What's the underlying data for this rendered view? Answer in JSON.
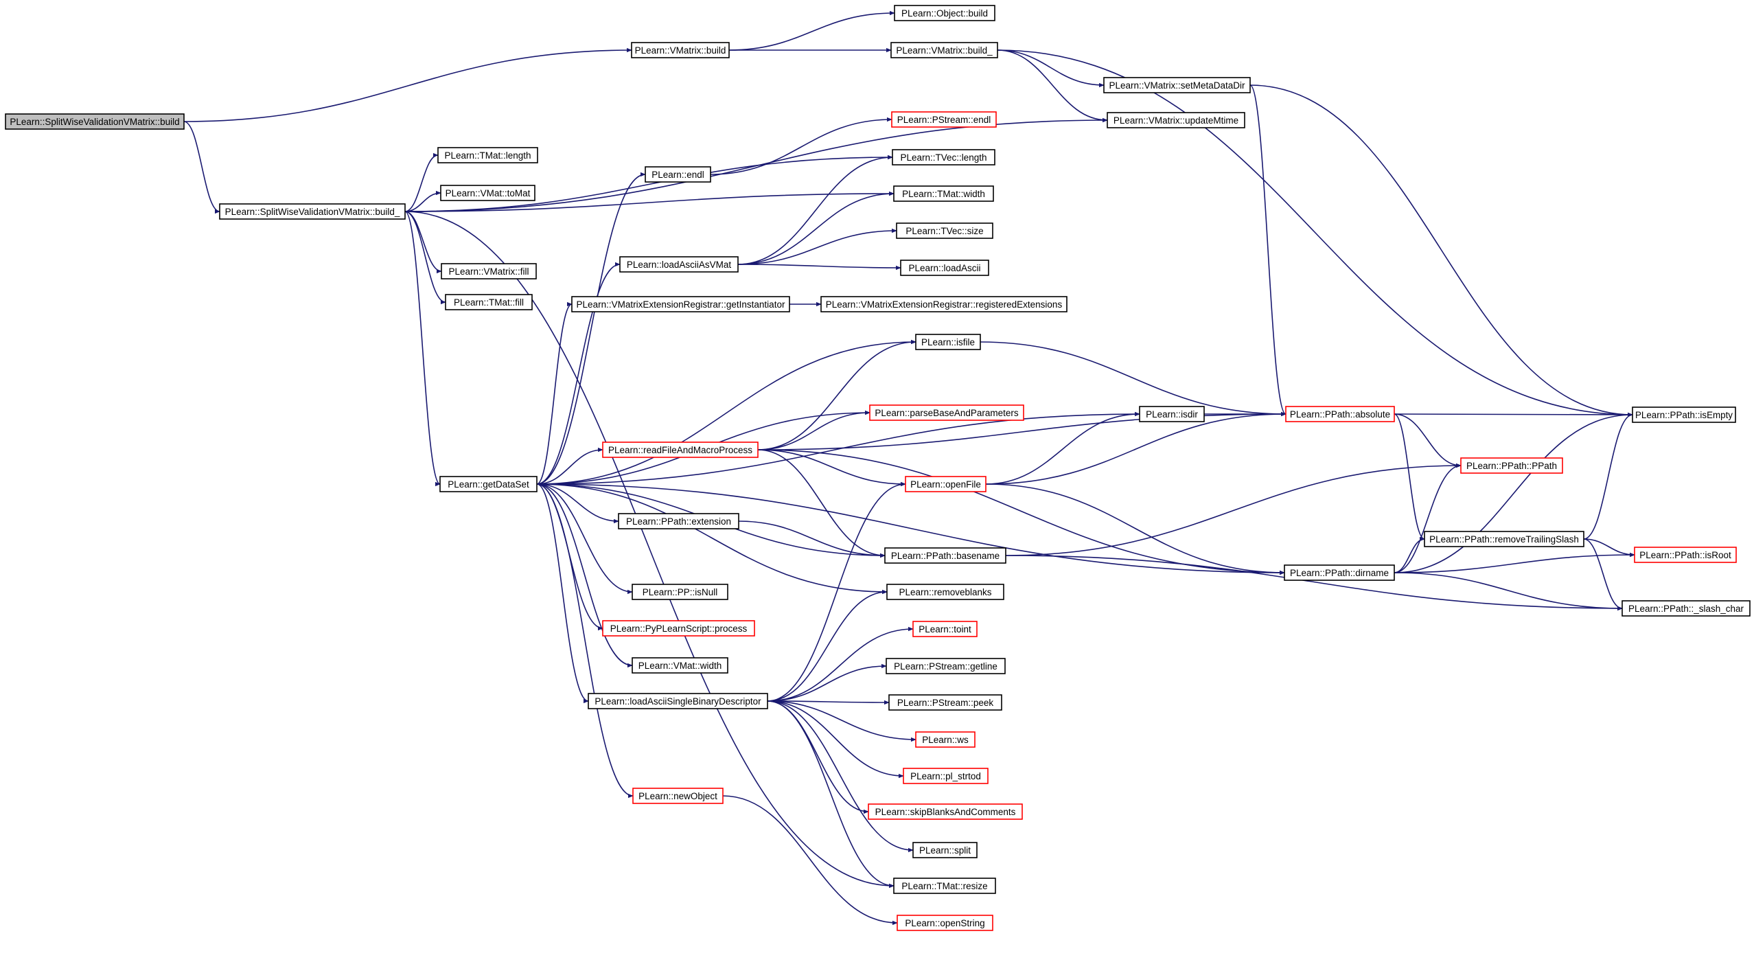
{
  "colors": {
    "edge": "#191970",
    "root_fill": "#bfbfbf",
    "node_fill": "#ffffff",
    "border_normal": "#000000",
    "border_truncated": "#ff0000"
  },
  "nodes": [
    {
      "id": "root",
      "label": "PLearn::SplitWiseValidationVMatrix::build",
      "kind": "root"
    },
    {
      "id": "vmbuild",
      "label": "PLearn::VMatrix::build",
      "kind": "normal"
    },
    {
      "id": "objbuild",
      "label": "PLearn::Object::build",
      "kind": "normal"
    },
    {
      "id": "vmbuild_",
      "label": "PLearn::VMatrix::build_",
      "kind": "normal"
    },
    {
      "id": "setmeta",
      "label": "PLearn::VMatrix::setMetaDataDir",
      "kind": "normal"
    },
    {
      "id": "updmtime",
      "label": "PLearn::VMatrix::updateMtime",
      "kind": "normal"
    },
    {
      "id": "pstreamendl",
      "label": "PLearn::PStream::endl",
      "kind": "truncated"
    },
    {
      "id": "tmatlength",
      "label": "PLearn::TMat::length",
      "kind": "normal"
    },
    {
      "id": "tveclength",
      "label": "PLearn::TVec::length",
      "kind": "normal"
    },
    {
      "id": "endl",
      "label": "PLearn::endl",
      "kind": "normal"
    },
    {
      "id": "vmattomat",
      "label": "PLearn::VMat::toMat",
      "kind": "normal"
    },
    {
      "id": "tmatwidth",
      "label": "PLearn::TMat::width",
      "kind": "normal"
    },
    {
      "id": "swbuild_",
      "label": "PLearn::SplitWiseValidationVMatrix::build_",
      "kind": "normal"
    },
    {
      "id": "tvecsize",
      "label": "PLearn::TVec::size",
      "kind": "normal"
    },
    {
      "id": "vmfill",
      "label": "PLearn::VMatrix::fill",
      "kind": "normal"
    },
    {
      "id": "loadasciivmat",
      "label": "PLearn::loadAsciiAsVMat",
      "kind": "normal"
    },
    {
      "id": "loadascii",
      "label": "PLearn::loadAscii",
      "kind": "normal"
    },
    {
      "id": "tmatfill",
      "label": "PLearn::TMat::fill",
      "kind": "normal"
    },
    {
      "id": "getinst",
      "label": "PLearn::VMatrixExtensionRegistrar::getInstantiator",
      "kind": "normal"
    },
    {
      "id": "regext",
      "label": "PLearn::VMatrixExtensionRegistrar::registeredExtensions",
      "kind": "normal"
    },
    {
      "id": "isfile",
      "label": "PLearn::isfile",
      "kind": "normal"
    },
    {
      "id": "parsebase",
      "label": "PLearn::parseBaseAndParameters",
      "kind": "truncated"
    },
    {
      "id": "isdir",
      "label": "PLearn::isdir",
      "kind": "normal"
    },
    {
      "id": "absolute",
      "label": "PLearn::PPath::absolute",
      "kind": "truncated"
    },
    {
      "id": "isempty",
      "label": "PLearn::PPath::isEmpty",
      "kind": "normal"
    },
    {
      "id": "readfile",
      "label": "PLearn::readFileAndMacroProcess",
      "kind": "truncated"
    },
    {
      "id": "getdataset",
      "label": "PLearn::getDataSet",
      "kind": "normal"
    },
    {
      "id": "openfile",
      "label": "PLearn::openFile",
      "kind": "truncated"
    },
    {
      "id": "ppath",
      "label": "PLearn::PPath::PPath",
      "kind": "truncated"
    },
    {
      "id": "extension",
      "label": "PLearn::PPath::extension",
      "kind": "normal"
    },
    {
      "id": "removetrailing",
      "label": "PLearn::PPath::removeTrailingSlash",
      "kind": "normal"
    },
    {
      "id": "basename",
      "label": "PLearn::PPath::basename",
      "kind": "normal"
    },
    {
      "id": "isroot",
      "label": "PLearn::PPath::isRoot",
      "kind": "truncated"
    },
    {
      "id": "dirname",
      "label": "PLearn::PPath::dirname",
      "kind": "normal"
    },
    {
      "id": "slashchar",
      "label": "PLearn::PPath::_slash_char",
      "kind": "normal"
    },
    {
      "id": "isnull",
      "label": "PLearn::PP::isNull",
      "kind": "normal"
    },
    {
      "id": "removeblanks",
      "label": "PLearn::removeblanks",
      "kind": "normal"
    },
    {
      "id": "pyprocess",
      "label": "PLearn::PyPLearnScript::process",
      "kind": "truncated"
    },
    {
      "id": "toint",
      "label": "PLearn::toint",
      "kind": "truncated"
    },
    {
      "id": "vmatwidth",
      "label": "PLearn::VMat::width",
      "kind": "normal"
    },
    {
      "id": "getline",
      "label": "PLearn::PStream::getline",
      "kind": "normal"
    },
    {
      "id": "loadsingle",
      "label": "PLearn::loadAsciiSingleBinaryDescriptor",
      "kind": "normal"
    },
    {
      "id": "peek",
      "label": "PLearn::PStream::peek",
      "kind": "normal"
    },
    {
      "id": "ws",
      "label": "PLearn::ws",
      "kind": "truncated"
    },
    {
      "id": "plstrtod",
      "label": "PLearn::pl_strtod",
      "kind": "truncated"
    },
    {
      "id": "newobject",
      "label": "PLearn::newObject",
      "kind": "truncated"
    },
    {
      "id": "skipblanks",
      "label": "PLearn::skipBlanksAndComments",
      "kind": "truncated"
    },
    {
      "id": "split",
      "label": "PLearn::split",
      "kind": "normal"
    },
    {
      "id": "tmatresize",
      "label": "PLearn::TMat::resize",
      "kind": "normal"
    },
    {
      "id": "openstring",
      "label": "PLearn::openString",
      "kind": "truncated"
    }
  ],
  "edges": [
    [
      "root",
      "vmbuild"
    ],
    [
      "root",
      "swbuild_"
    ],
    [
      "vmbuild",
      "objbuild"
    ],
    [
      "vmbuild",
      "vmbuild_"
    ],
    [
      "vmbuild_",
      "setmeta"
    ],
    [
      "vmbuild_",
      "updmtime"
    ],
    [
      "vmbuild_",
      "isempty"
    ],
    [
      "setmeta",
      "absolute"
    ],
    [
      "setmeta",
      "isempty"
    ],
    [
      "swbuild_",
      "updmtime"
    ],
    [
      "swbuild_",
      "tveclength"
    ],
    [
      "swbuild_",
      "tmatlength"
    ],
    [
      "swbuild_",
      "vmattomat"
    ],
    [
      "swbuild_",
      "tmatwidth"
    ],
    [
      "swbuild_",
      "vmfill"
    ],
    [
      "swbuild_",
      "tmatfill"
    ],
    [
      "swbuild_",
      "getdataset"
    ],
    [
      "swbuild_",
      "tmatresize"
    ],
    [
      "endl",
      "pstreamendl"
    ],
    [
      "getdataset",
      "endl"
    ],
    [
      "getdataset",
      "loadasciivmat"
    ],
    [
      "getdataset",
      "getinst"
    ],
    [
      "getdataset",
      "isfile"
    ],
    [
      "getdataset",
      "isdir"
    ],
    [
      "getdataset",
      "parsebase"
    ],
    [
      "getdataset",
      "readfile"
    ],
    [
      "getdataset",
      "basename"
    ],
    [
      "getdataset",
      "extension"
    ],
    [
      "getdataset",
      "removeblanks"
    ],
    [
      "getdataset",
      "isnull"
    ],
    [
      "getdataset",
      "pyprocess"
    ],
    [
      "getdataset",
      "vmatwidth"
    ],
    [
      "getdataset",
      "loadsingle"
    ],
    [
      "getdataset",
      "newobject"
    ],
    [
      "getdataset",
      "dirname"
    ],
    [
      "loadasciivmat",
      "tveclength"
    ],
    [
      "loadasciivmat",
      "tmatwidth"
    ],
    [
      "loadasciivmat",
      "tvecsize"
    ],
    [
      "loadasciivmat",
      "loadascii"
    ],
    [
      "getinst",
      "regext"
    ],
    [
      "isfile",
      "absolute"
    ],
    [
      "isdir",
      "absolute"
    ],
    [
      "absolute",
      "isempty"
    ],
    [
      "absolute",
      "ppath"
    ],
    [
      "absolute",
      "removetrailing"
    ],
    [
      "readfile",
      "isfile"
    ],
    [
      "readfile",
      "parsebase"
    ],
    [
      "readfile",
      "absolute"
    ],
    [
      "readfile",
      "openfile"
    ],
    [
      "readfile",
      "basename"
    ],
    [
      "readfile",
      "dirname"
    ],
    [
      "openfile",
      "isdir"
    ],
    [
      "openfile",
      "absolute"
    ],
    [
      "openfile",
      "dirname"
    ],
    [
      "extension",
      "basename"
    ],
    [
      "basename",
      "ppath"
    ],
    [
      "basename",
      "slashchar"
    ],
    [
      "dirname",
      "ppath"
    ],
    [
      "dirname",
      "removetrailing"
    ],
    [
      "dirname",
      "isempty"
    ],
    [
      "dirname",
      "isroot"
    ],
    [
      "dirname",
      "slashchar"
    ],
    [
      "removetrailing",
      "isempty"
    ],
    [
      "removetrailing",
      "isroot"
    ],
    [
      "removetrailing",
      "slashchar"
    ],
    [
      "loadsingle",
      "openfile"
    ],
    [
      "loadsingle",
      "removeblanks"
    ],
    [
      "loadsingle",
      "toint"
    ],
    [
      "loadsingle",
      "getline"
    ],
    [
      "loadsingle",
      "peek"
    ],
    [
      "loadsingle",
      "ws"
    ],
    [
      "loadsingle",
      "plstrtod"
    ],
    [
      "loadsingle",
      "skipblanks"
    ],
    [
      "loadsingle",
      "split"
    ],
    [
      "loadsingle",
      "tmatresize"
    ],
    [
      "newobject",
      "openstring"
    ]
  ]
}
